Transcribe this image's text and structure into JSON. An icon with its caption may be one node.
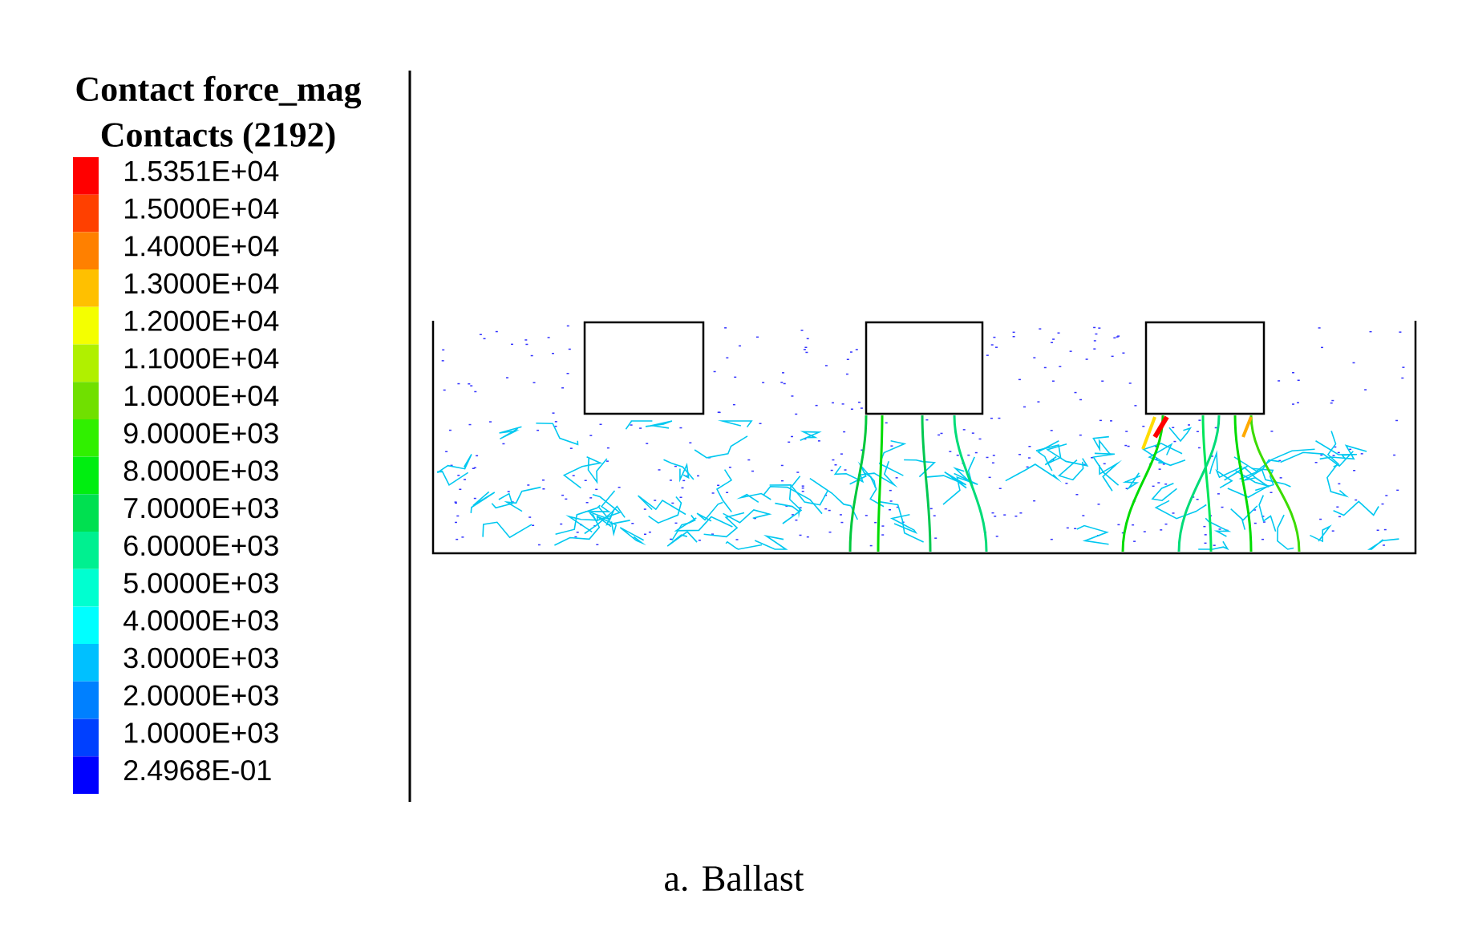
{
  "diagram": {
    "caption": "a. Ballast",
    "labels": [
      "Contact force_mag",
      "Contacts (2192)"
    ],
    "legend": [
      {
        "text": "1.5351E+04",
        "color": "#ff0000"
      },
      {
        "text": "1.5000E+04",
        "color": "#ff4000"
      },
      {
        "text": "1.4000E+04",
        "color": "#ff8000"
      },
      {
        "text": "1.3000E+04",
        "color": "#ffc000"
      },
      {
        "text": "1.2000E+04",
        "color": "#f4ff00"
      },
      {
        "text": "1.1000E+04",
        "color": "#b0f000"
      },
      {
        "text": "1.0000E+04",
        "color": "#70e000"
      },
      {
        "text": "9.0000E+03",
        "color": "#30f000"
      },
      {
        "text": "8.0000E+03",
        "color": "#00ee10"
      },
      {
        "text": "7.0000E+03",
        "color": "#00e050"
      },
      {
        "text": "6.0000E+03",
        "color": "#00f090"
      },
      {
        "text": "5.0000E+03",
        "color": "#00ffd0"
      },
      {
        "text": "4.0000E+03",
        "color": "#00ffff"
      },
      {
        "text": "3.0000E+03",
        "color": "#00c0ff"
      },
      {
        "text": "2.0000E+03",
        "color": "#0080ff"
      },
      {
        "text": "1.0000E+03",
        "color": "#0040ff"
      },
      {
        "text": "2.4968E-01",
        "color": "#0000ff"
      }
    ]
  }
}
